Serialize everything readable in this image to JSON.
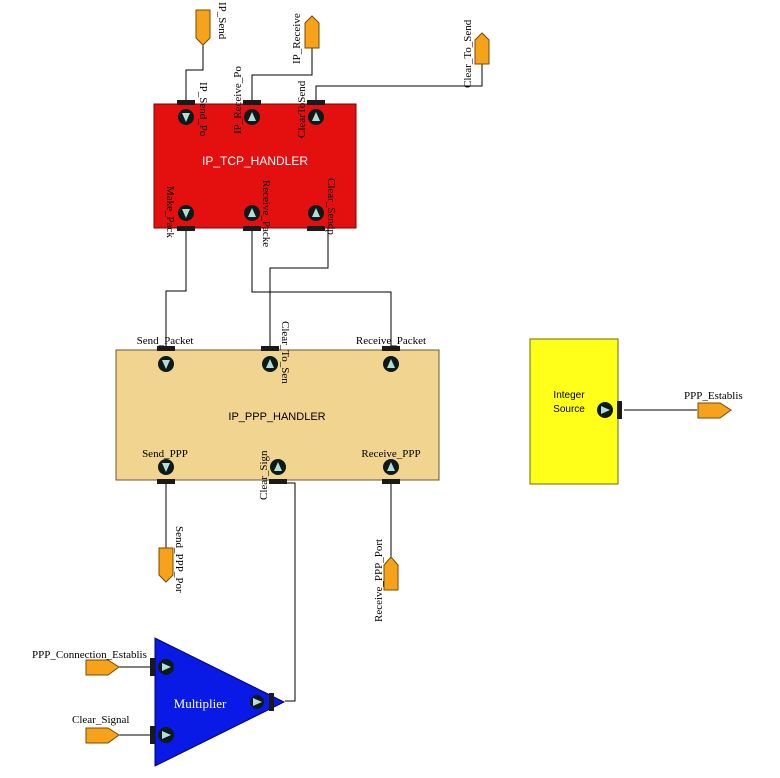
{
  "blocks": {
    "tcp": {
      "title": "IP_TCP_HANDLER",
      "color": "#e41010",
      "ports": {
        "ip_send": "IP_Send_Po",
        "ip_receive": "IP_Receive_Po",
        "clear_send": "ClearToSend",
        "make_pack": "Make_Pack",
        "receive_pack": "Receive_Packe",
        "clear_sendp": "Clear_Sendp"
      }
    },
    "ppp": {
      "title": "IP_PPP_HANDLER",
      "color": "#f0d490",
      "ports": {
        "send_packet": "Send_Packet",
        "clear_to_send": "Clear_To_Sen",
        "receive_packet": "Receive_Packet",
        "send_ppp": "Send_PPP",
        "clear_sign": "Clear_Sign",
        "receive_ppp": "Receive_PPP"
      }
    },
    "integer": {
      "title_line1": "Integer",
      "title_line2": "Source",
      "color": "#ffff1a"
    },
    "multiplier": {
      "title": "Multiplier",
      "color": "#0a1ae6"
    }
  },
  "io_ports": {
    "ip_send": "IP_Send",
    "ip_receive": "IP_Receive",
    "clear_to_send": "Clear_To_Send",
    "send_ppp_port": "Send_PPP_Por",
    "receive_ppp_port": "Receive_PPP_Port",
    "ppp_establis": "PPP_Establis",
    "ppp_connection": "PPP_Connection_Establis",
    "clear_signal": "Clear_Signal"
  },
  "colors": {
    "io_port": "#f7a21b",
    "port_circle": "#0d1a1a",
    "arrow": "#b6dcd8"
  }
}
